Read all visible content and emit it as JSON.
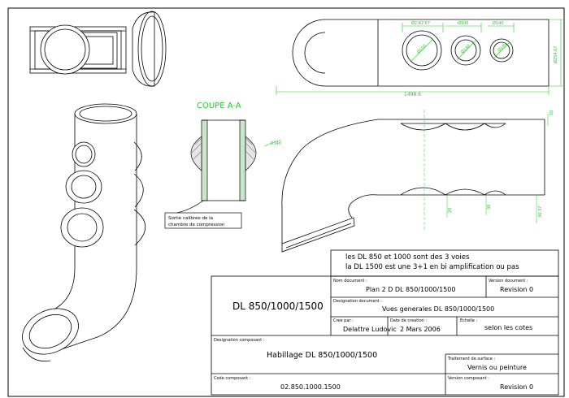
{
  "section_title": "COUPE A-A",
  "callout_text": [
    "Sortie calibree de la",
    "chambre de compression"
  ],
  "dims": {
    "top_width": "1498.6",
    "height_right": "Ø254.67",
    "spacing_1": "Ø2.62.67",
    "spacing_2": "Ø100",
    "spacing_3": "Ø140",
    "hole_1": "Ø100",
    "hole_2": "Ø140",
    "hole_3": "Ø140",
    "section_radius": "R140",
    "right_view_top": "10",
    "right_view_b1": "20",
    "right_view_b2": "30",
    "right_view_b3": "30.37"
  },
  "note_lines": [
    "les DL 850 et 1000 sont des 3 voies",
    "la DL 1500 est une 3+1 en bi amplification ou pas"
  ],
  "title_block": {
    "main_title": "DL 850/1000/1500",
    "doc_label": "Nom document :",
    "doc_value": "Plan 2 D DL 850/1000/1500",
    "version_doc_label": "Version document :",
    "version_doc_value": "Revision 0",
    "designation_doc_label": "Designation document :",
    "designation_doc_value": "Vues generales DL 850/1000/1500",
    "created_by_label": "Cree par :",
    "created_by_value": "Delattre Ludovic",
    "date_label": "Date de creation :",
    "date_value": "2 Mars 2006",
    "scale_label": "Echelle :",
    "scale_value": "selon les cotes",
    "component_label": "Designation composant :",
    "component_value": "Habillage DL 850/1000/1500",
    "surface_label": "Traitement de surface :",
    "surface_value": "Vernis ou peinture",
    "code_label": "Code composant :",
    "code_value": "02.850.1000.1500",
    "version_comp_label": "Version composant :",
    "version_comp_value": "Revision 0"
  },
  "colors": {
    "line": "#000000",
    "dimension": "#22cc22"
  }
}
